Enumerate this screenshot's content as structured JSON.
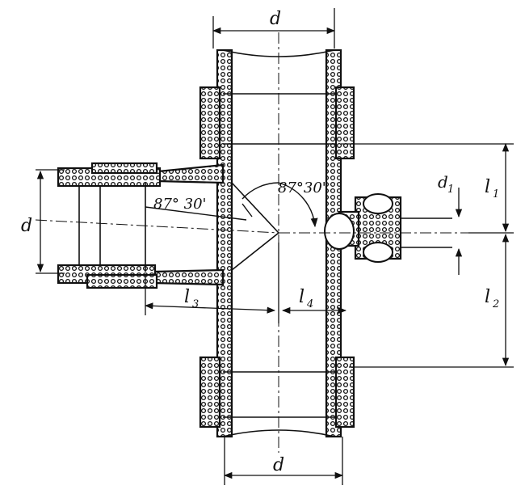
{
  "labels": {
    "d_top": "d",
    "d_bottom": "d",
    "d_left": "d",
    "d1": "d",
    "d1_sub": "1",
    "l1": "l",
    "l1_sub": "1",
    "l2": "l",
    "l2_sub": "2",
    "l3": "l",
    "l3_sub": "3",
    "l4": "l",
    "l4_sub": "4",
    "angle_left": "87° 30'",
    "angle_right": "87°30'"
  },
  "colors": {
    "ink": "#111111",
    "background": "#ffffff"
  }
}
